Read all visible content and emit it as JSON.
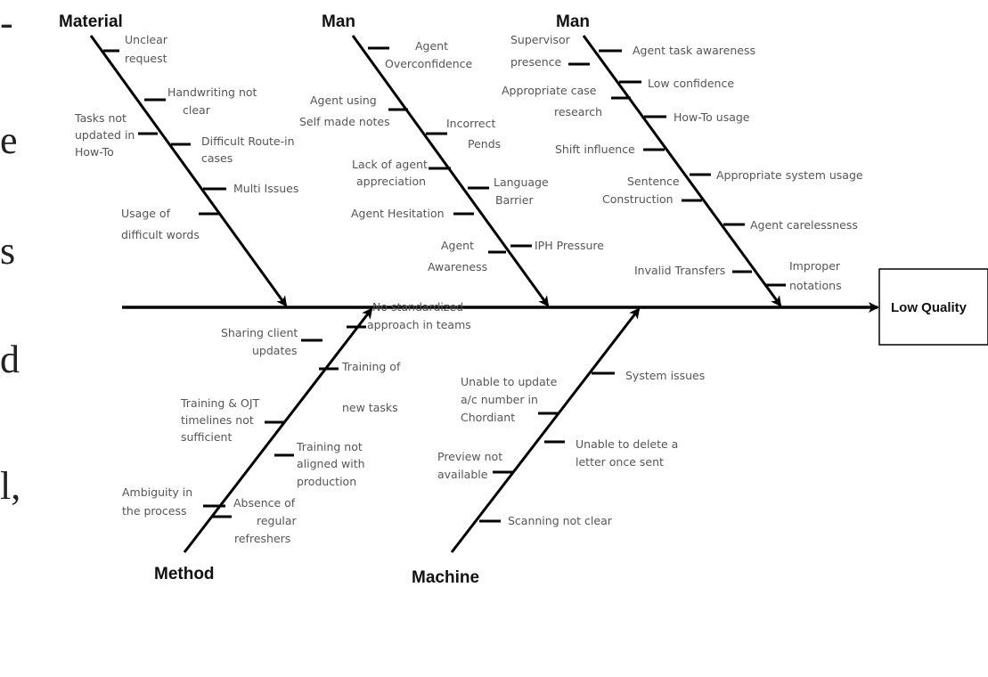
{
  "effect": {
    "label": "Low Quality"
  },
  "background_fragments": [
    "-",
    "e",
    "s",
    "d",
    "l,"
  ],
  "categories": [
    {
      "key": "material",
      "label": "Material",
      "causes": [
        "Unclear",
        "request",
        "Handwriting not",
        "clear",
        "Tasks not",
        "updated in",
        "How-To",
        "Difficult Route-in",
        "cases",
        "Multi Issues",
        "Usage of",
        "difficult words"
      ]
    },
    {
      "key": "man1",
      "label": "Man",
      "causes": [
        "Agent",
        "Overconfidence",
        "Agent using",
        "Self made notes",
        "Incorrect",
        "Pends",
        "Lack of agent",
        "appreciation",
        "Language",
        "Barrier",
        "Agent Hesitation",
        "Agent",
        "Awareness",
        "IPH Pressure"
      ]
    },
    {
      "key": "man2",
      "label": "Man",
      "causes": [
        "Supervisor",
        "presence",
        "Agent task awareness",
        "Appropriate case",
        "research",
        "Low confidence",
        "How-To usage",
        "Shift influence",
        "Sentence",
        "Construction",
        "Appropriate system usage",
        "Agent carelessness",
        "Invalid Transfers",
        "Improper",
        "notations"
      ]
    },
    {
      "key": "method",
      "label": "Method",
      "causes": [
        "No standardized",
        "approach in teams",
        "Sharing client",
        "updates",
        "Training of",
        "new tasks",
        "Training  & OJT",
        "timelines not",
        "sufficient",
        "Training not",
        "aligned with",
        "production",
        "Ambiguity in",
        "the process",
        "Absence of",
        "regular",
        "refreshers"
      ]
    },
    {
      "key": "machine",
      "label": "Machine",
      "causes": [
        "System issues",
        "Unable to update",
        "a/c number in",
        "Chordiant",
        "Unable to delete a",
        "letter once sent",
        "Preview not",
        "available",
        "Scanning not clear"
      ]
    }
  ]
}
